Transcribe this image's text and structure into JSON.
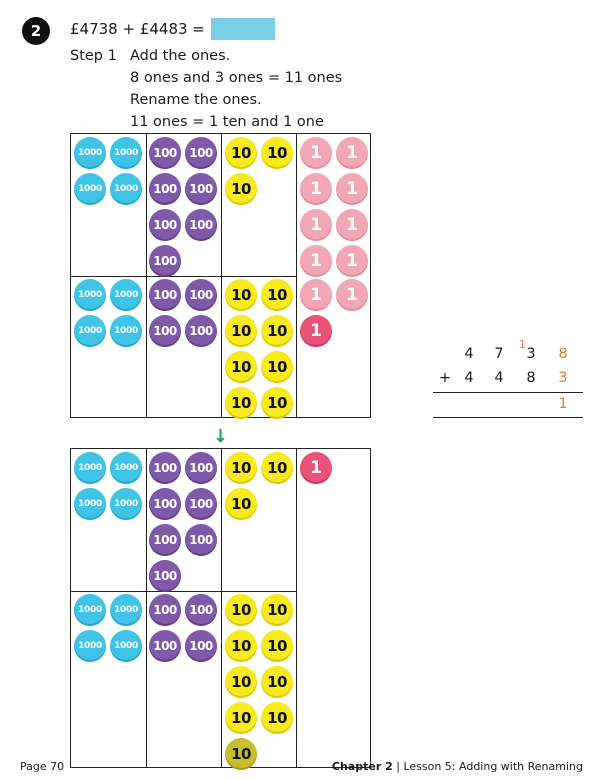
{
  "question": {
    "number": "2",
    "expression": "£4738 + £4483 ="
  },
  "step": {
    "label": "Step 1",
    "lines": [
      "Add the ones.",
      "8 ones and 3 ones = 11 ones",
      "Rename the ones.",
      "11 ones = 1 ten and 1 one"
    ]
  },
  "disc_labels": {
    "thousand": "1000",
    "hundred": "100",
    "ten": "10",
    "one": "1"
  },
  "panels": {
    "before": {
      "top": {
        "thousands": 4,
        "hundreds": 7,
        "tens": 3,
        "ones": 8
      },
      "bottom": {
        "thousands": 4,
        "hundreds": 4,
        "tens": 8,
        "ones": 3
      }
    },
    "after": {
      "top": {
        "thousands": 4,
        "hundreds": 7,
        "tens": 3,
        "ones": 1
      },
      "bottom": {
        "thousands": 4,
        "hundreds": 4,
        "tens": 8,
        "new_ten": 1
      }
    }
  },
  "column_addition": {
    "row1": [
      "4",
      "7",
      "3",
      "8"
    ],
    "row2": [
      "4",
      "4",
      "8",
      "3"
    ],
    "operator": "+",
    "carry": "1",
    "result": [
      "",
      "",
      "",
      "1"
    ]
  },
  "colors": {
    "thousand": "#3fc4e8",
    "hundred": "#7e5aa8",
    "ten": "#f7ea1f",
    "one": "#f2a7b6",
    "one_new": "#e9537a",
    "highlight": "#e8782a",
    "answer_box": "#79cfe6",
    "arrow": "#1a9e59"
  },
  "footer": {
    "page": "Page 70",
    "chapter": "Chapter 2",
    "separator": " | ",
    "lesson": "Lesson 5: Adding with Renaming"
  }
}
